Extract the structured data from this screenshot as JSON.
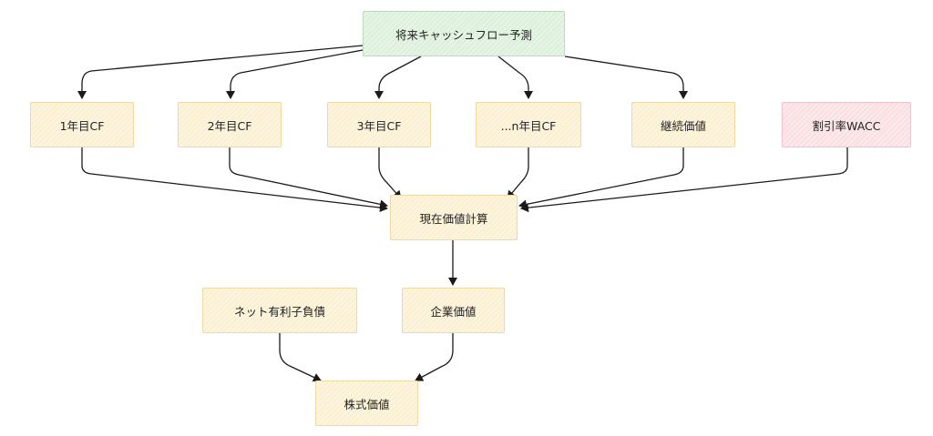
{
  "diagram": {
    "nodes": {
      "forecast": "将来キャッシュフロー予測",
      "cf1": "1年目CF",
      "cf2": "2年目CF",
      "cf3": "3年目CF",
      "cfn": "...n年目CF",
      "terminal": "継続価値",
      "wacc": "割引率WACC",
      "pv": "現在価値計算",
      "debt": "ネット有利子負債",
      "ev": "企業価値",
      "equity": "株式価値"
    },
    "colors": {
      "yellow_fill": "#fbf0d2",
      "green_fill": "#dcf0dc",
      "pink_fill": "#fbe0e3",
      "edge": "#1a1a1a"
    },
    "edges": [
      [
        "forecast",
        "cf1"
      ],
      [
        "forecast",
        "cf2"
      ],
      [
        "forecast",
        "cf3"
      ],
      [
        "forecast",
        "cfn"
      ],
      [
        "forecast",
        "terminal"
      ],
      [
        "cf1",
        "pv"
      ],
      [
        "cf2",
        "pv"
      ],
      [
        "cf3",
        "pv"
      ],
      [
        "cfn",
        "pv"
      ],
      [
        "terminal",
        "pv"
      ],
      [
        "wacc",
        "pv"
      ],
      [
        "pv",
        "ev"
      ],
      [
        "debt",
        "equity"
      ],
      [
        "ev",
        "equity"
      ]
    ]
  }
}
